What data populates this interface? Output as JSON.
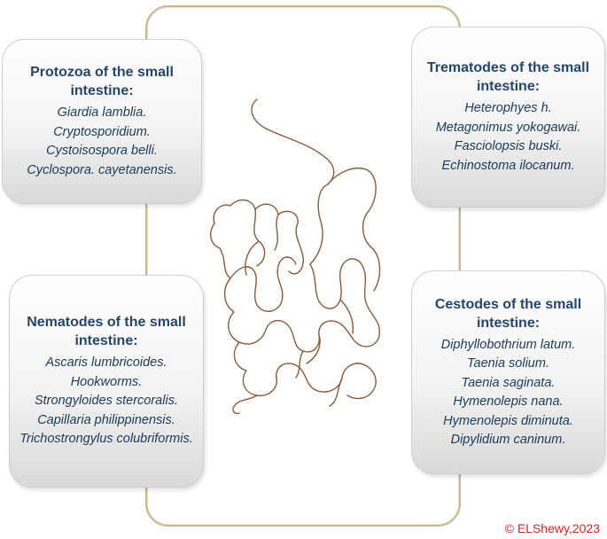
{
  "boxes": {
    "protozoa": {
      "title": "Protozoa of the small intestine:",
      "items": [
        "Giardia lamblia.",
        "Cryptosporidium.",
        "Cystoisospora belli.",
        "Cyclospora. cayetanensis."
      ]
    },
    "trematodes": {
      "title": "Trematodes of the small intestine:",
      "items": [
        "Heterophyes h.",
        "Metagonimus yokogawai.",
        "Fasciolopsis buski.",
        "Echinostoma ilocanum."
      ]
    },
    "nematodes": {
      "title": "Nematodes of the small intestine:",
      "items": [
        "Ascaris lumbricoides.",
        "Hookworms.",
        "Strongyloides stercoralis.",
        "Capillaria philippinensis.",
        "Trichostrongylus colubriformis."
      ]
    },
    "cestodes": {
      "title": "Cestodes of the small intestine:",
      "items": [
        "Diphyllobothrium latum.",
        "Taenia solium.",
        "Taenia saginata.",
        "Hymenolepis nana.",
        "Hymenolepis diminuta.",
        "Dipylidium caninum."
      ]
    }
  },
  "copyright": "© ELShewy,2023",
  "colors": {
    "text": "#1c3a5a",
    "intestine_stroke": "#8b5a3c",
    "copyright": "#d32222",
    "frame": "#c7b790"
  }
}
